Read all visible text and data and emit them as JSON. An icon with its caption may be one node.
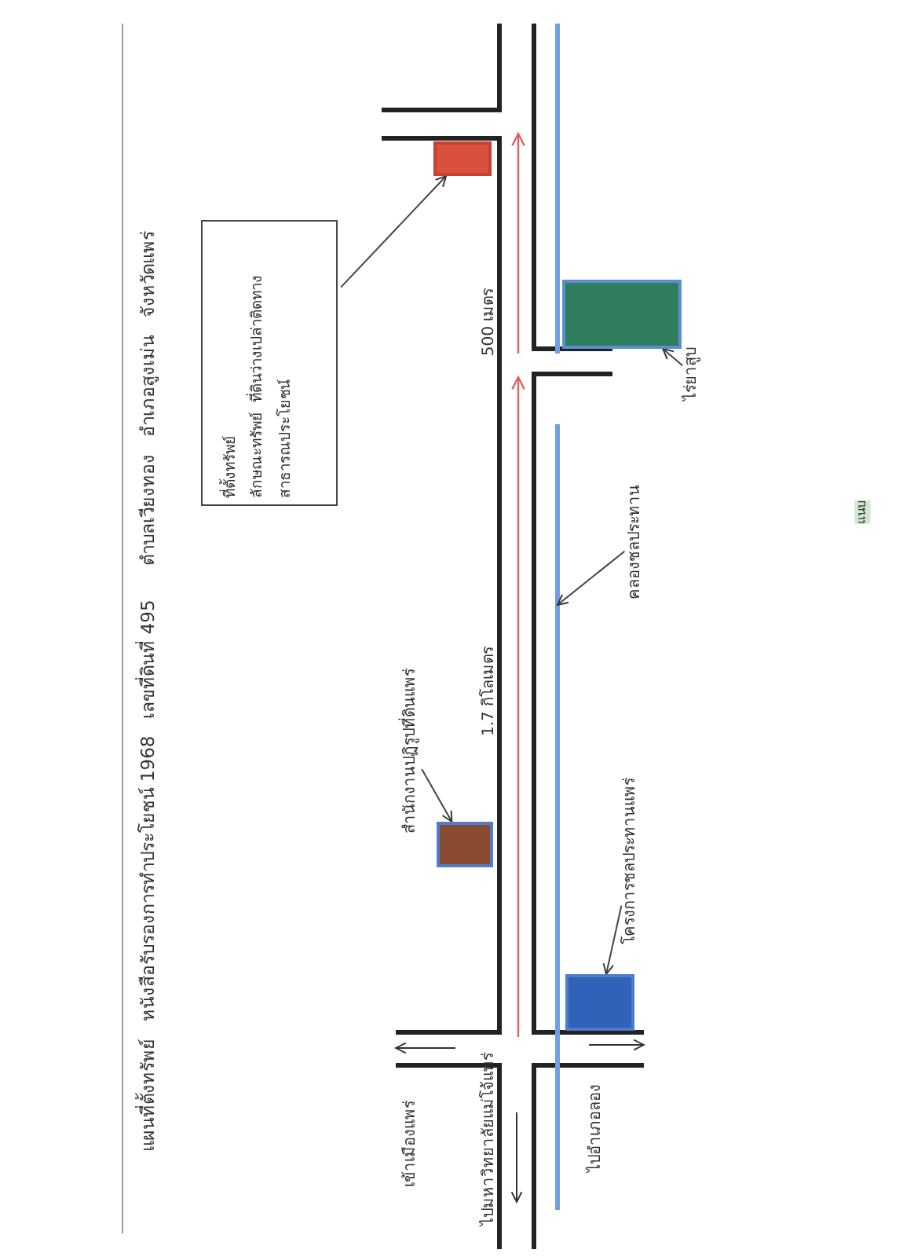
{
  "diagram": {
    "title": "แผนที่ตั้งทรัพย์   หนังสือรับรองการทำประโยชน์ 1968   เลขที่ดินที่ 495      ตำบลเวียงทอง   อำเภอสูงเม่น   จังหวัดแพร่",
    "nodes": [
      {
        "text": [
          "ที่ตั้งทรัพย์",
          "ลักษณะทรัพย์  ที่ดินว่างเปล่าติดทาง",
          "สาธารณประโยชน์"
        ]
      },
      {
        "text": [],
        "shape": "box"
      },
      {
        "text": [],
        "shape": "box"
      },
      {
        "text": [
          "ไร่ยาสูบ"
        ]
      },
      {
        "text": [],
        "shape": "line"
      },
      {
        "text": [
          "คลองชลประทาน"
        ]
      },
      {
        "text": [
          "สำนักงานปฏิรูปที่ดินแพร่"
        ]
      },
      {
        "text": [],
        "shape": "box"
      },
      {
        "text": [
          "โครงการชลประทานแพร่"
        ]
      },
      {
        "text": [],
        "shape": "box"
      }
    ],
    "edges": [
      {
        "from": 0,
        "to": 1,
        "arrow": "to"
      },
      {
        "from": 3,
        "to": 2,
        "arrow": "to"
      },
      {
        "from": 5,
        "to": 4,
        "arrow": "to"
      },
      {
        "from": 6,
        "to": 7,
        "arrow": "to"
      },
      {
        "from": 8,
        "to": 9,
        "arrow": "to"
      }
    ],
    "labels": [
      "500 เมตร",
      "1.7 กิโลเมตร",
      "เข้าเมืองแพร่",
      "ไปมหาวิทยาลัยแม่โจ้แพร่",
      "ไปอำเภอลอง",
      "แนบ"
    ]
  }
}
